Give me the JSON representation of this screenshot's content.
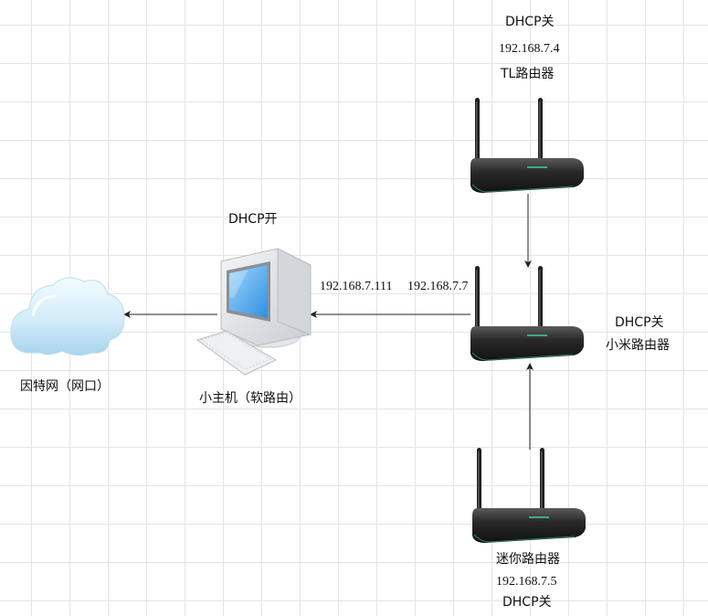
{
  "internet": {
    "label": "因特网（网口）"
  },
  "host": {
    "dhcp": "DHCP开",
    "name": "小主机（软路由）",
    "ip": "192.168.7.111"
  },
  "tl_router": {
    "dhcp": "DHCP关",
    "ip": "192.168.7.4",
    "name": "TL路由器"
  },
  "mi_router": {
    "dhcp": "DHCP关",
    "name": "小米路由器",
    "ip": "192.168.7.7"
  },
  "mini_router": {
    "name": "迷你路由器",
    "ip": "192.168.7.5",
    "dhcp": "DHCP关"
  }
}
